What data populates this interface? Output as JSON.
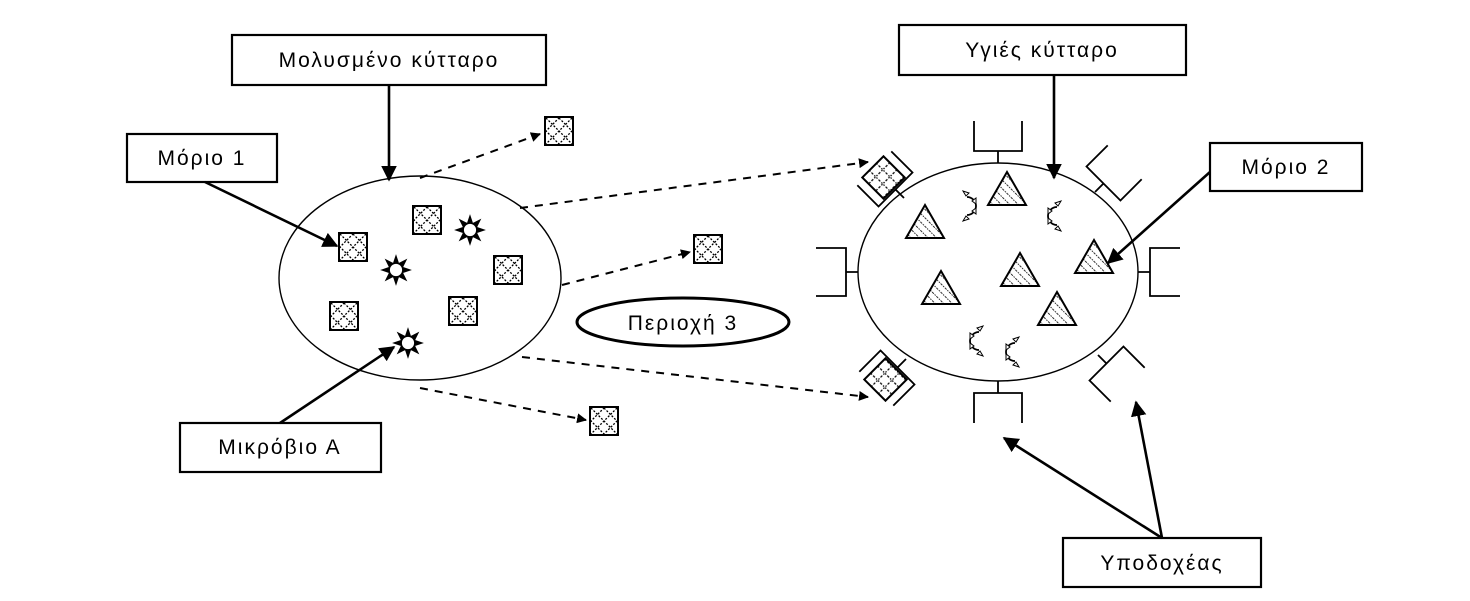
{
  "labels": {
    "infected_cell": "Μολυσμένο κύτταρο",
    "healthy_cell": "Υγιές κύτταρο",
    "particle_1": "Μόριο 1",
    "particle_2": "Μόριο 2",
    "microbe_a": "Μικρόβιο Α",
    "region_3": "Περιοχή 3",
    "receptor": "Υποδοχέας"
  },
  "icons": {
    "particle_1": "hatched-square",
    "particle_2": "hatched-triangle",
    "microbe_a": "sun-star",
    "receptor": "cup-bracket"
  },
  "colors": {
    "stroke": "#000000",
    "background": "#ffffff"
  }
}
